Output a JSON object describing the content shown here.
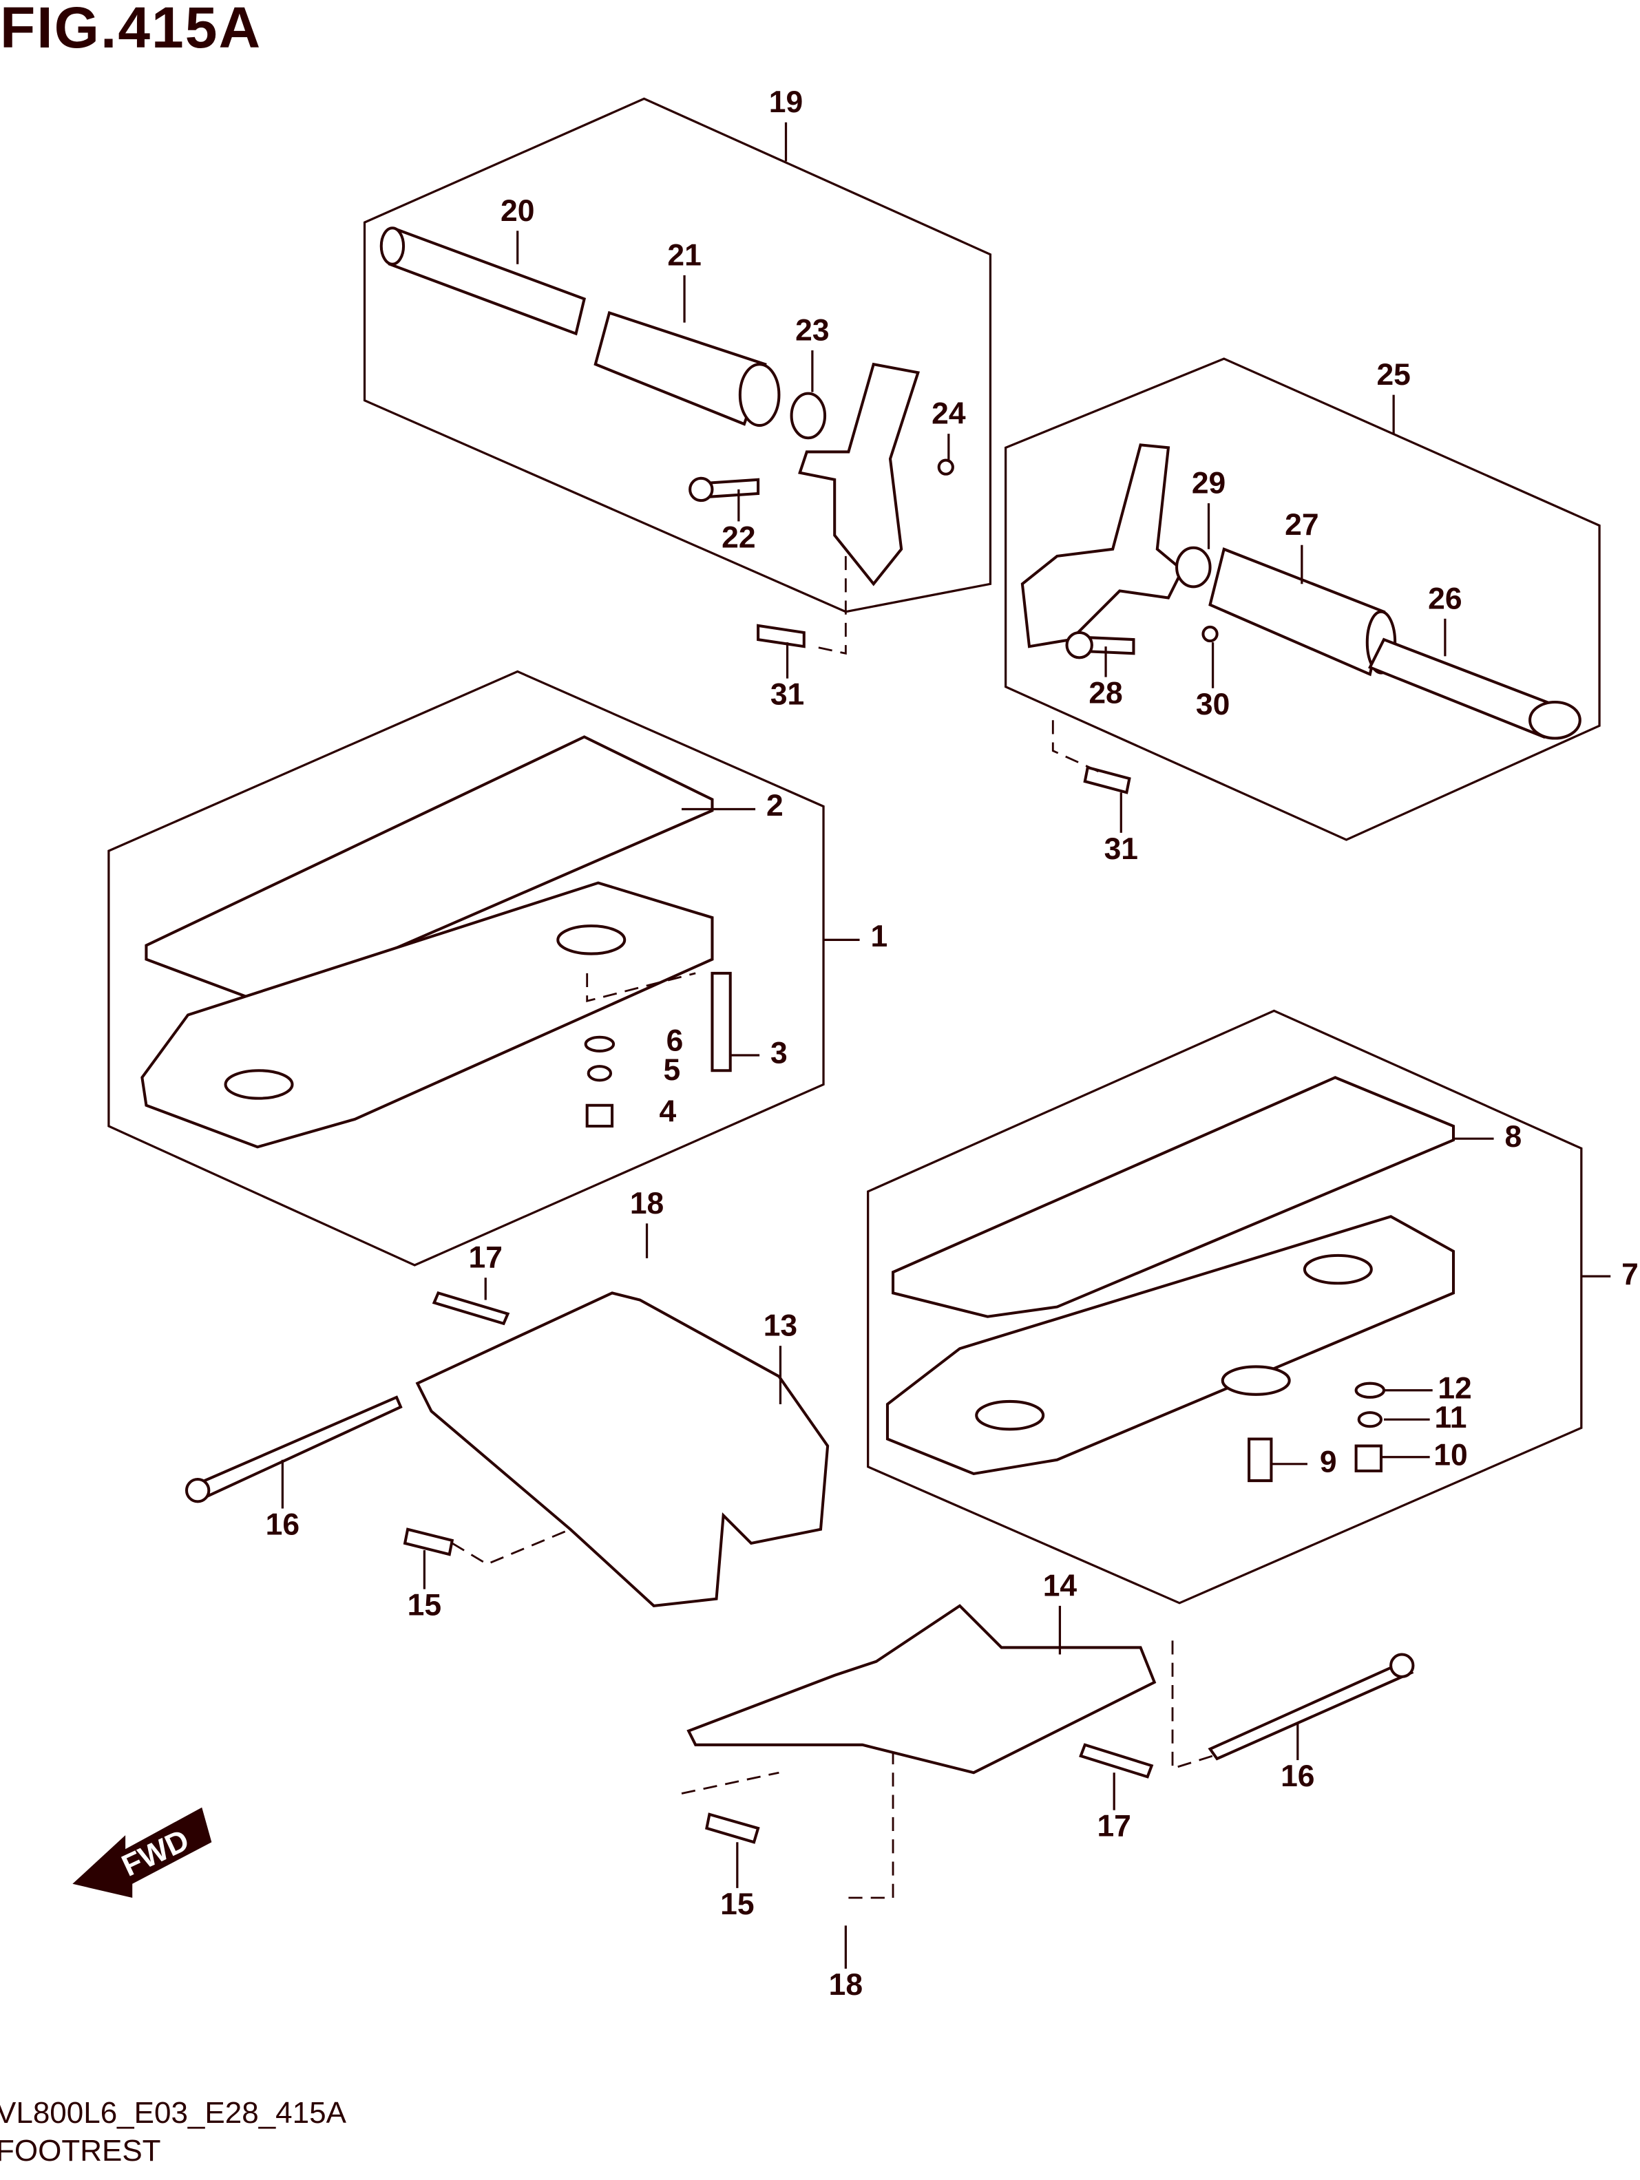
{
  "figure": {
    "title": "FIG.415A",
    "code": "VL800L6_E03_E28_415A",
    "name": "FOOTREST",
    "color": "#2b0000"
  },
  "fwd_label": "FWD",
  "callouts": [
    "19",
    "20",
    "21",
    "23",
    "24",
    "22",
    "31",
    "25",
    "29",
    "27",
    "26",
    "28",
    "30",
    "31",
    "2",
    "1",
    "6",
    "3",
    "5",
    "4",
    "18",
    "17",
    "13",
    "8",
    "7",
    "12",
    "11",
    "10",
    "9",
    "16",
    "15",
    "14",
    "16",
    "17",
    "15",
    "18"
  ]
}
